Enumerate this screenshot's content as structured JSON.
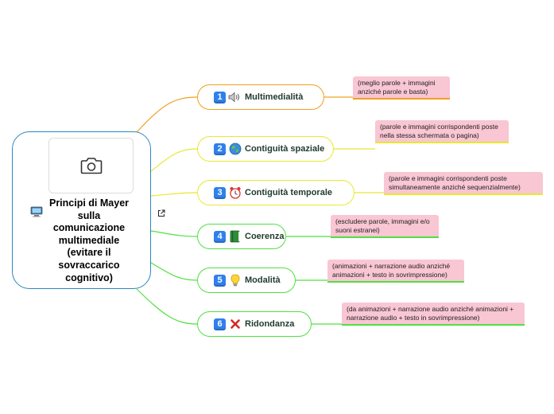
{
  "root": {
    "title": "Principi di Mayer sulla comunicazione multimediale (evitare il sovraccarico cognitivo)",
    "photo_icon": "camera-icon",
    "side_icon": "computer-monitor-icon",
    "link_icon": "external-link-icon"
  },
  "colors": {
    "root_border": "#2e86c1",
    "note_fill": "#f9c6d3",
    "branch_orange": "#f0a020",
    "branch_yellow": "#e8e830",
    "branch_green": "#50e040"
  },
  "branches": [
    {
      "num": "1",
      "icon": "speaker-icon",
      "label": "Multimedialità",
      "note": "(meglio parole + immagini anziché parole e basta)"
    },
    {
      "num": "2",
      "icon": "globe-icon",
      "label": "Contiguità spaziale",
      "note": "(parole e immagini corrispondenti poste nella stessa schermata o pagina)"
    },
    {
      "num": "3",
      "icon": "alarm-clock-icon",
      "label": "Contiguità temporale",
      "note": "(parole e immagini corrispondenti poste simultaneamente anziché sequenzialmente)"
    },
    {
      "num": "4",
      "icon": "book-icon",
      "label": "Coerenza",
      "note": "(escludere parole, immagini e/o suoni estranei)"
    },
    {
      "num": "5",
      "icon": "light-bulb-icon",
      "label": "Modalità",
      "note": "(animazioni + narrazione audio anziché animazioni + testo in sovrimpressione)"
    },
    {
      "num": "6",
      "icon": "red-x-icon",
      "label": "Ridondanza",
      "note": "(da animazioni + narrazione audio anziché animazioni + narrazione audio + testo in sovrimpressione)"
    }
  ]
}
